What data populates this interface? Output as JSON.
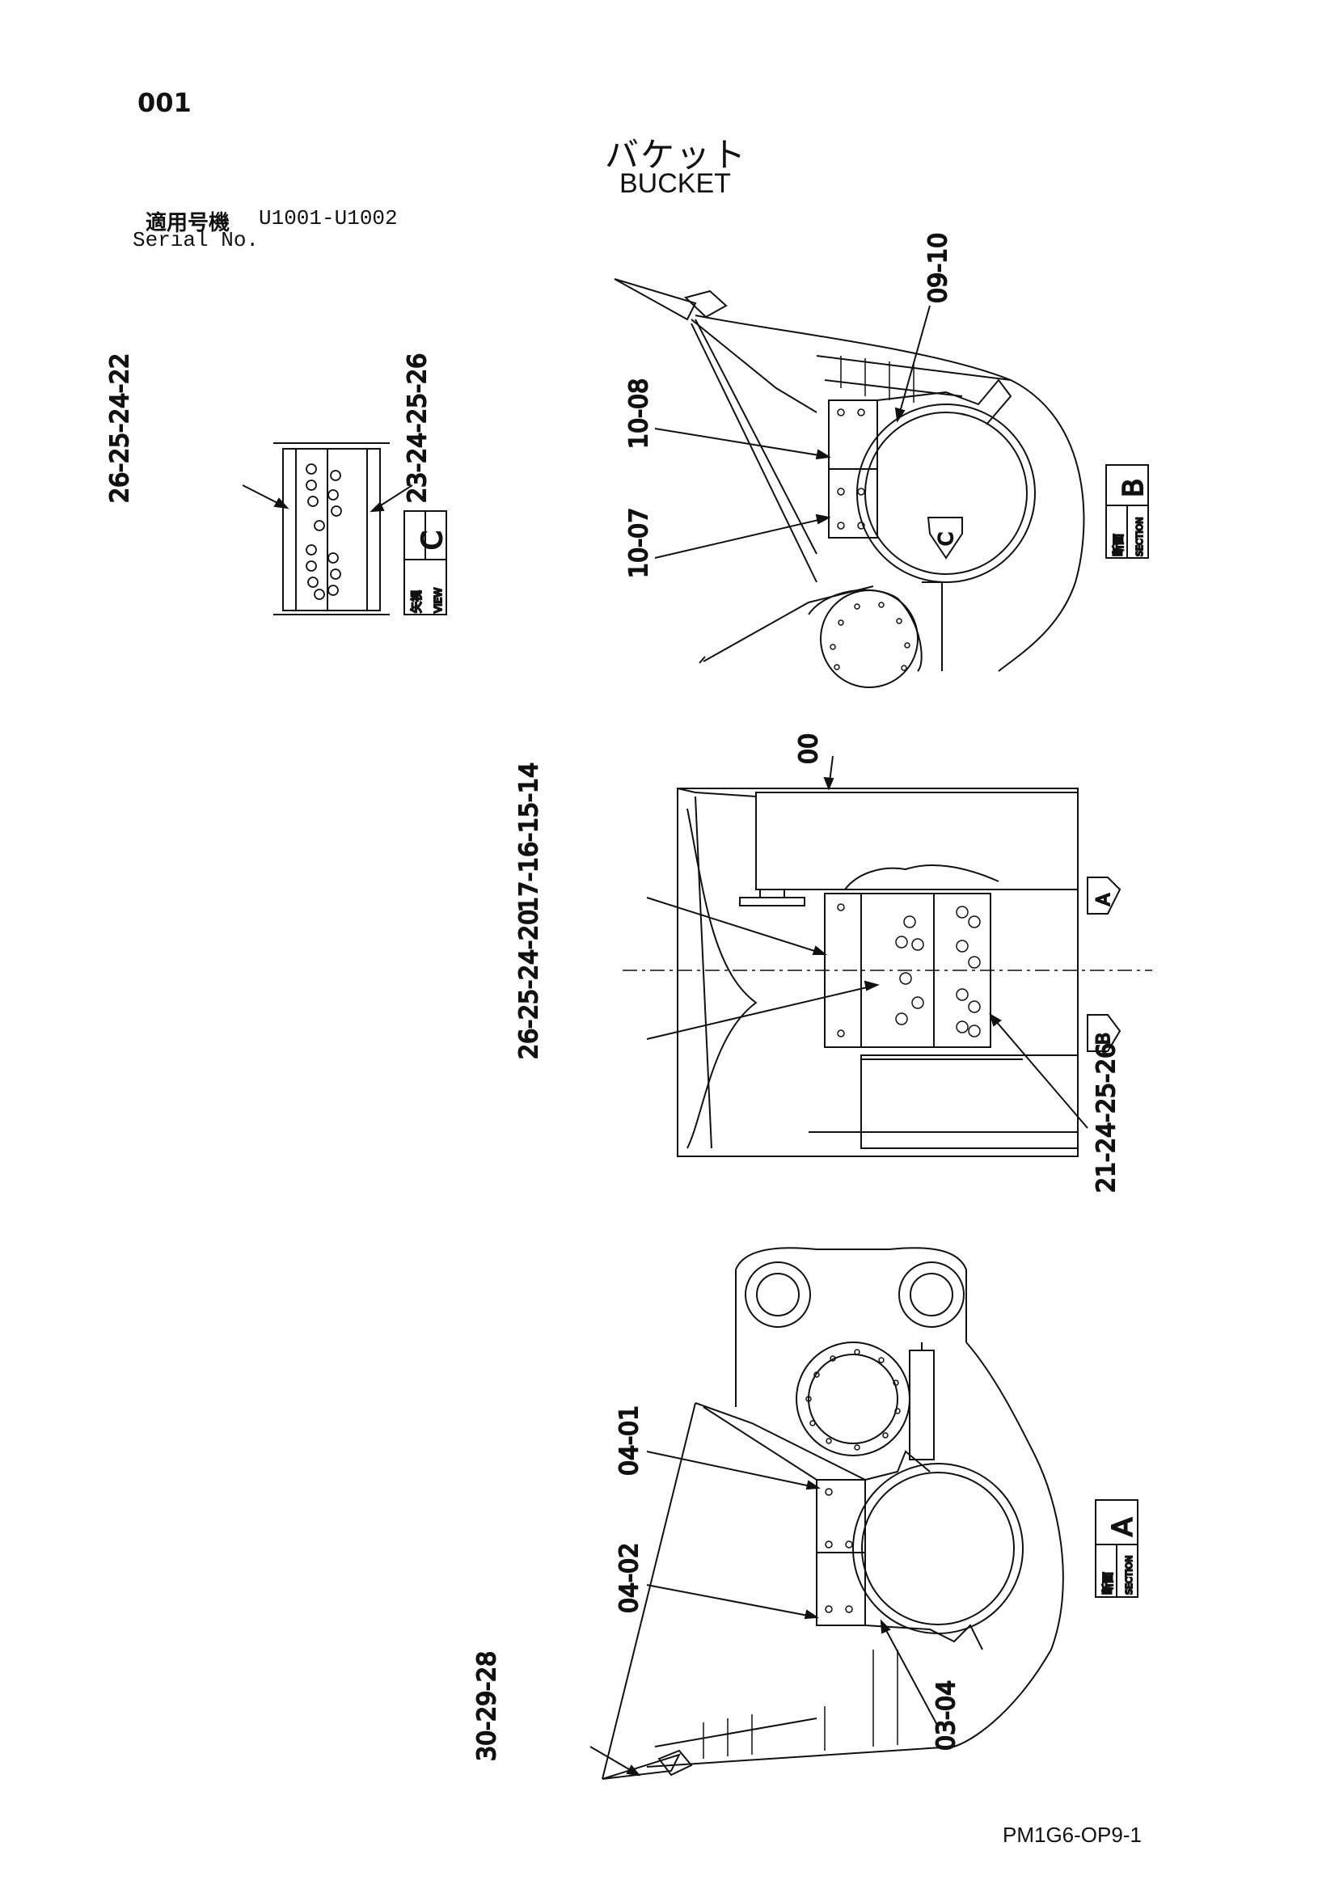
{
  "header": {
    "page_number": "001",
    "title_jp": "バケット",
    "title_en": "BUCKET",
    "serial_label_jp": "適用号機",
    "serial_value": "U1001-U1002",
    "serial_label_en": "Serial No."
  },
  "footer": {
    "code": "PM1G6-OP9-1"
  },
  "view_labels": {
    "view_c": {
      "letter": "C",
      "jp": "矢視",
      "en": "VIEW"
    },
    "section_b": {
      "letter": "B",
      "jp": "断面",
      "en": "SECTION"
    },
    "section_a": {
      "letter": "A",
      "jp": "断面",
      "en": "SECTION"
    },
    "arrow_a": "A",
    "arrow_b": "B",
    "arrow_c": "C"
  },
  "callouts": {
    "view_c_left": "26-25-24-22",
    "view_c_right": "23-24-25-26",
    "sec_b_top": "09-10",
    "sec_b_upper": "10-08",
    "sec_b_lower": "10-07",
    "plan_body": "00",
    "plan_upper": "17-16-15-14",
    "plan_lower": "26-25-24-20",
    "plan_right": "21-24-25-26",
    "sec_a_upper": "04-01",
    "sec_a_middle": "04-02",
    "sec_a_bottom": "03-04",
    "sec_a_tooth": "30-29-28"
  }
}
